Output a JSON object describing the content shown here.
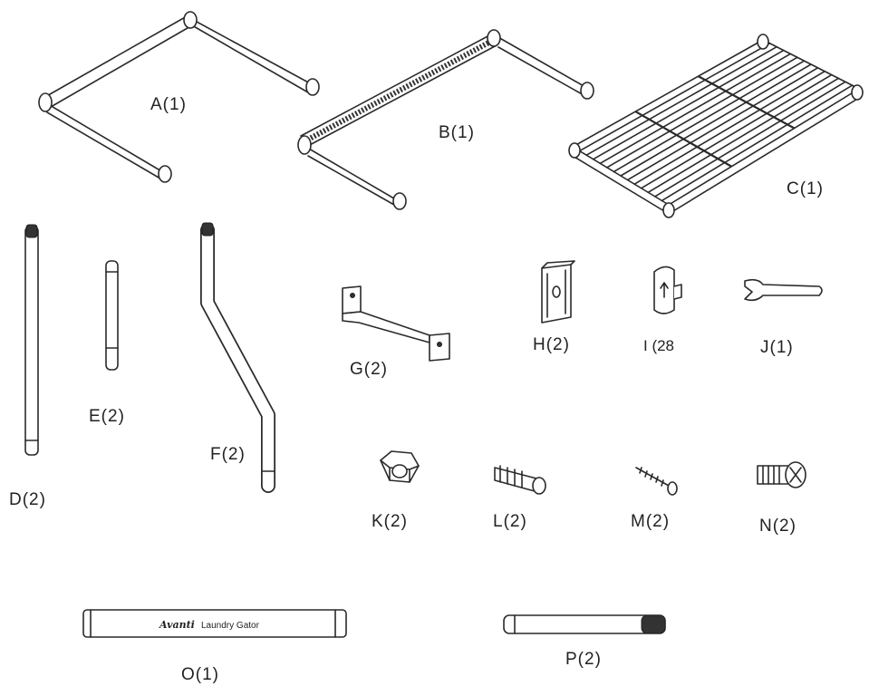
{
  "parts": [
    {
      "id": "A",
      "qty": "1",
      "label": "A(1)",
      "icon": "wire-frame-u"
    },
    {
      "id": "B",
      "qty": "1",
      "label": "B(1)",
      "icon": "wire-frame-u-with-bar"
    },
    {
      "id": "C",
      "qty": "1",
      "label": "C(1)",
      "icon": "wire-shelf"
    },
    {
      "id": "D",
      "qty": "2",
      "label": "D(2)",
      "icon": "long-pole"
    },
    {
      "id": "E",
      "qty": "2",
      "label": "E(2)",
      "icon": "short-pole"
    },
    {
      "id": "F",
      "qty": "2",
      "label": "F(2)",
      "icon": "bent-pole"
    },
    {
      "id": "G",
      "qty": "2",
      "label": "G(2)",
      "icon": "wall-bracket"
    },
    {
      "id": "H",
      "qty": "2",
      "label": "H(2)",
      "icon": "clip-plate"
    },
    {
      "id": "I",
      "qty": "28",
      "label": "I (28",
      "icon": "plastic-sleeve"
    },
    {
      "id": "J",
      "qty": "1",
      "label": "J(1)",
      "icon": "wrench"
    },
    {
      "id": "K",
      "qty": "2",
      "label": "K(2)",
      "icon": "hex-nut"
    },
    {
      "id": "L",
      "qty": "2",
      "label": "L(2)",
      "icon": "wall-anchor"
    },
    {
      "id": "M",
      "qty": "2",
      "label": "M(2)",
      "icon": "wood-screw"
    },
    {
      "id": "N",
      "qty": "2",
      "label": "N(2)",
      "icon": "machine-screw"
    },
    {
      "id": "O",
      "qty": "1",
      "label": "O(1)",
      "icon": "laundry-gator-tube",
      "print": {
        "brand": "Avanti",
        "text": "Laundry Gator"
      }
    },
    {
      "id": "P",
      "qty": "2",
      "label": "P(2)",
      "icon": "threaded-pipe"
    }
  ]
}
